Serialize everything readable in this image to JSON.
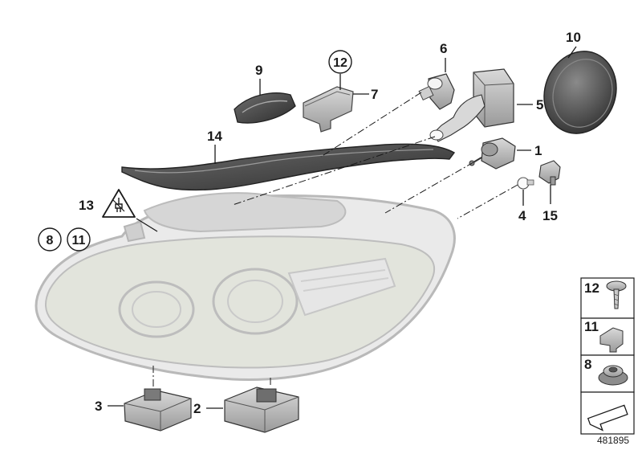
{
  "callouts": {
    "c1": "1",
    "c2": "2",
    "c3": "3",
    "c4": "4",
    "c5": "5",
    "c6": "6",
    "c7": "7",
    "c9": "9",
    "c10": "10",
    "c12": "12",
    "c13": "13",
    "c14": "14",
    "c15": "15",
    "c8_circled": "8",
    "c11_circled": "11"
  },
  "legend": {
    "item12": "12",
    "item11": "11",
    "item8": "8"
  },
  "diagram_number": "481895",
  "icons": [
    "headlight-assembly-icon",
    "electrical-warning-triangle-icon",
    "screw-icon",
    "clip-icon",
    "grommet-icon",
    "arrow-icon"
  ]
}
